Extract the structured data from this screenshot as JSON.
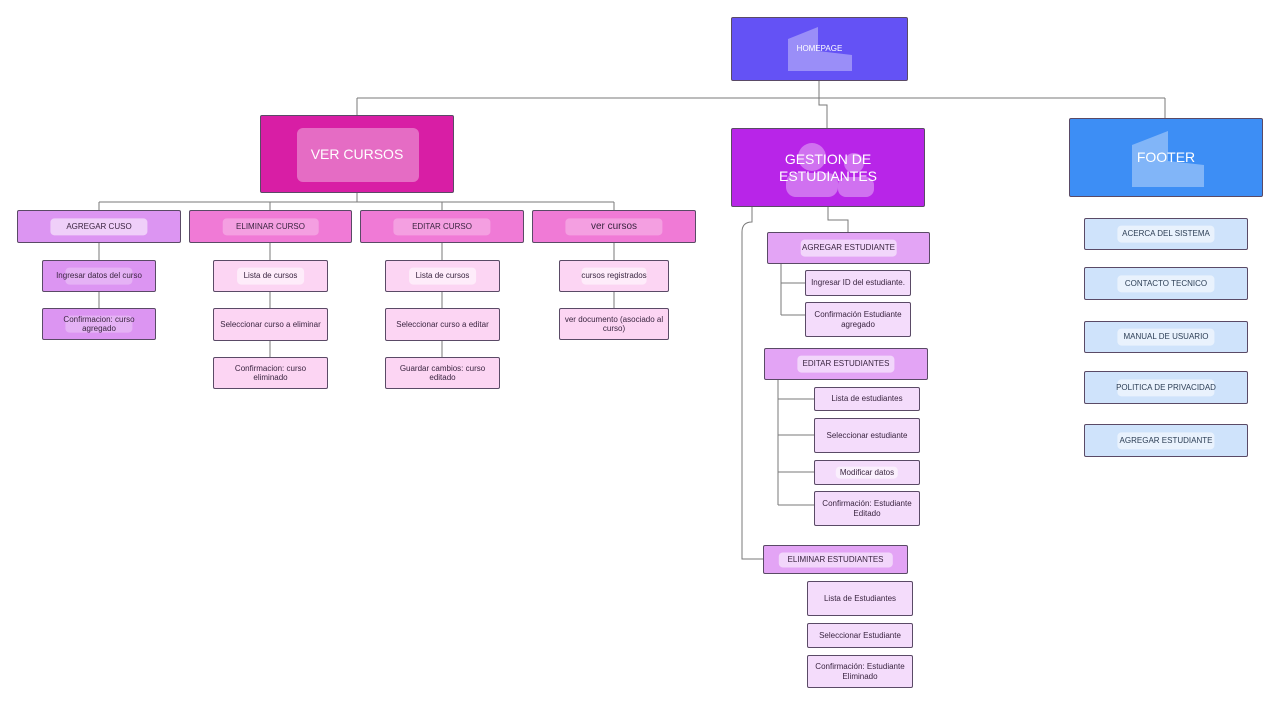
{
  "homepage": {
    "label": "HOMEPAGE"
  },
  "cursos": {
    "label": "VER CURSOS",
    "agregar": {
      "label": "AGREGAR CUSO",
      "items": [
        "Ingresar datos del curso",
        "Confirmacion: curso agregado"
      ]
    },
    "eliminar": {
      "label": "ELIMINAR CURSO",
      "items": [
        "Lista de cursos",
        "Seleccionar curso a eliminar",
        "Confirmacion: curso eliminado"
      ]
    },
    "editar": {
      "label": "EDITAR CURSO",
      "items": [
        "Lista de cursos",
        "Seleccionar curso a editar",
        "Guardar cambios: curso editado"
      ]
    },
    "ver": {
      "label": "ver cursos",
      "items": [
        "cursos registrados",
        "ver documento (asociado al curso)"
      ]
    }
  },
  "estudiantes": {
    "label": "GESTION DE ESTUDIANTES",
    "agregar": {
      "label": "AGREGAR ESTUDIANTE",
      "items": [
        "Ingresar ID del estudiante.",
        "Confirmación Estudiante agregado"
      ]
    },
    "editar": {
      "label": "EDITAR ESTUDIANTES",
      "items": [
        "Lista de estudiantes",
        "Seleccionar estudiante",
        "Modificar datos",
        "Confirmación: Estudiante Editado"
      ]
    },
    "eliminar": {
      "label": "ELIMINAR ESTUDIANTES",
      "items": [
        "Lista de Estudiantes",
        "Seleccionar Estudiante",
        "Confirmación: Estudiante Eliminado"
      ]
    }
  },
  "footer": {
    "label": "FOOTER",
    "items": [
      "ACERCA DEL SISTEMA",
      "CONTACTO TECNICO",
      "MANUAL DE USUARIO",
      "POLITICA DE PRIVACIDAD",
      "AGREGAR ESTUDIANTE"
    ]
  },
  "colors": {
    "homepage": "#6452f5",
    "cursos": "#d81ea5",
    "estudiantes": "#b825e8",
    "footer": "#3d8ef5",
    "cursos_sub": "#f07ad6",
    "cursos_leaf": "#fcd5f3",
    "agregar_sub": "#dc95f2",
    "estud_sub": "#e3a4f5",
    "estud_leaf": "#f4dcfb",
    "footer_leaf": "#cfe3fb",
    "line": "#777777"
  }
}
